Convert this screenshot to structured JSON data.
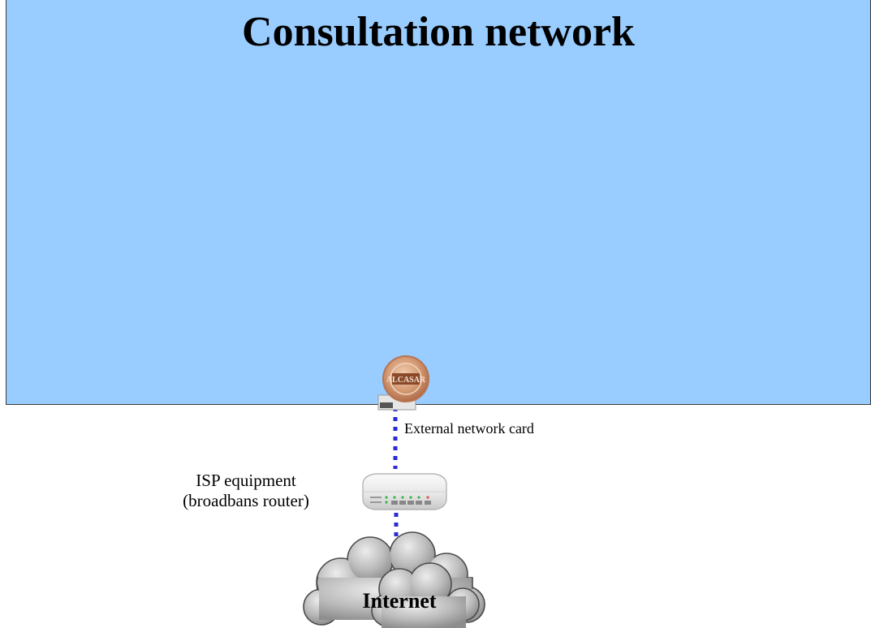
{
  "diagram": {
    "title": "Consultation network",
    "external_card_label": "External network card",
    "isp_label_line1": "ISP equipment",
    "isp_label_line2": "(broadbans router)",
    "internet_label": "Internet",
    "server_logo_text": "ALCASAR"
  },
  "colors": {
    "network_fill": "#99ccff",
    "link_color": "#2b2bd6",
    "logo_ring": "#c88a63",
    "cloud": "#b5b5b5"
  },
  "icons": {
    "server": "alcasar-logo-icon",
    "router": "router-icon",
    "cloud": "cloud-icon"
  }
}
